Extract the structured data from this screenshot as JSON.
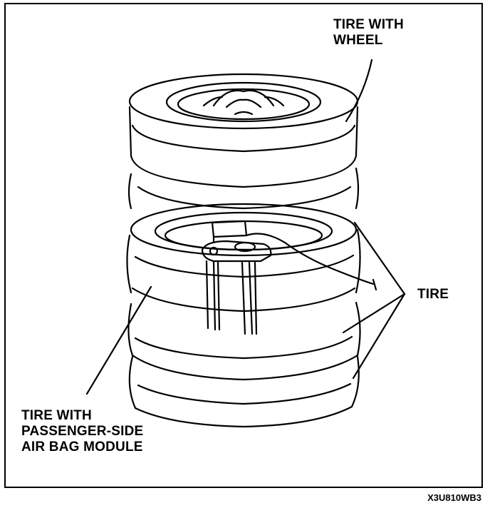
{
  "labels": {
    "tire_with_wheel": [
      "TIRE WITH",
      "WHEEL"
    ],
    "tire": "TIRE",
    "tire_with_airbag": [
      "TIRE WITH",
      "PASSENGER-SIDE",
      "AIR BAG MODULE"
    ]
  },
  "figure_code": "X3U810WB3"
}
